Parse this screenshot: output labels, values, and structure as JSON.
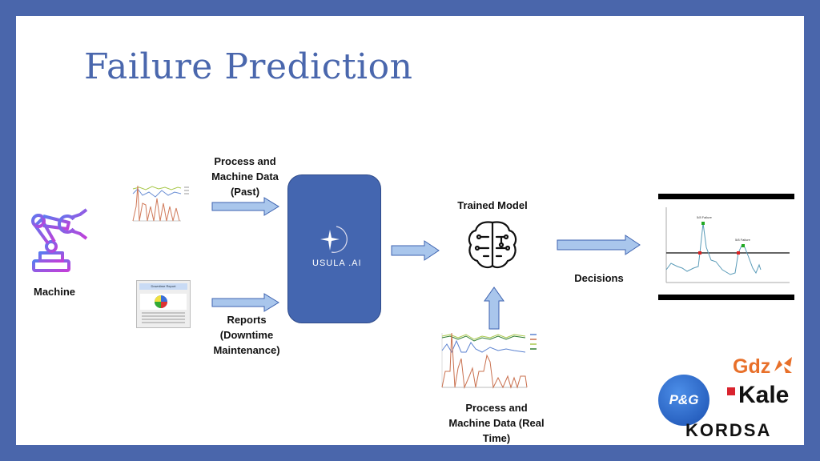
{
  "title": "Failure Prediction",
  "machine_label": "Machine",
  "past_data_label": "Process and Machine Data (Past)",
  "reports_label": "Reports (Downtime Maintenance)",
  "model_logo": "USULA .AI",
  "trained_model_label": "Trained Model",
  "realtime_label": "Process and Machine Data (Real Time)",
  "decisions_label": "Decisions",
  "report_thumb_title": "Downtime Report",
  "decision_chart": {
    "annotations": [
      "5/8 Failure",
      "5/8 Failure"
    ]
  },
  "logos": [
    "Gdz",
    "Kale",
    "P&G",
    "KORDSA"
  ],
  "colors": {
    "border": "#4a66ab",
    "title": "#4a67ad",
    "arrow_fill": "#a9c6ec",
    "box": "#4466b0"
  }
}
